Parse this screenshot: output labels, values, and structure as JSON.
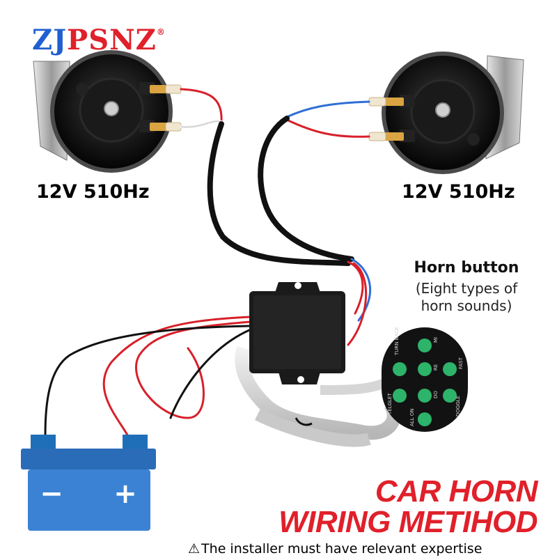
{
  "brand": {
    "part1": "ZJ",
    "part2": "PSNZ",
    "registered": "®"
  },
  "horns": [
    {
      "spec": "12V 510Hz"
    },
    {
      "spec": "12V 510Hz"
    }
  ],
  "horn_button": {
    "title": "Horn button",
    "note_line1": "(Eight types of",
    "note_line2": "horn sounds)",
    "pad_labels": [
      "TURN BACK",
      "MI",
      "FAST",
      "RE",
      "DO",
      "TELGLET",
      "ALL ON",
      "DOGGLE"
    ]
  },
  "battery": {
    "minus": "−",
    "plus": "+"
  },
  "headline": {
    "line1": "CAR HORN",
    "line2": "WIRING METIHOD"
  },
  "warning": {
    "text": "The installer must have relevant expertise"
  },
  "colors": {
    "brand_blue": "#1f5fd1",
    "accent_red": "#e0202a",
    "battery_blue": "#3b82d4",
    "button_green": "#2db36a",
    "wire_red": "#d8202a",
    "wire_blue": "#2f6fd6",
    "wire_black": "#111111"
  }
}
